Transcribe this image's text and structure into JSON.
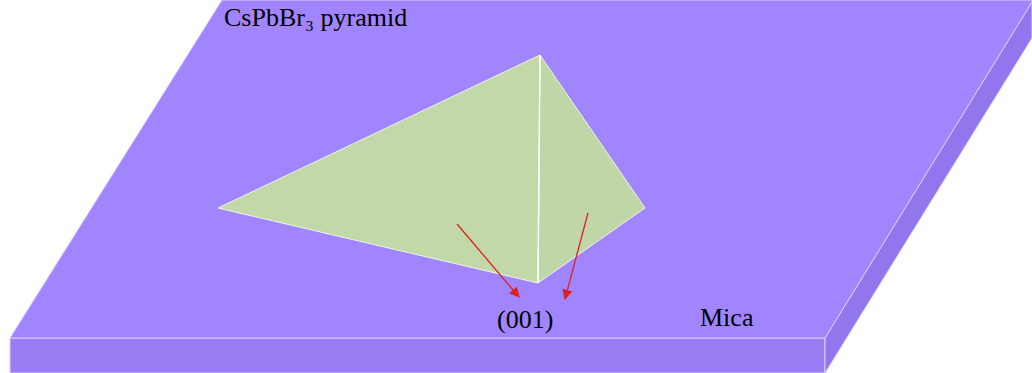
{
  "diagram": {
    "labels": [
      "CsPbBr₃ pyramid",
      "(001)",
      "Mica"
    ]
  }
}
